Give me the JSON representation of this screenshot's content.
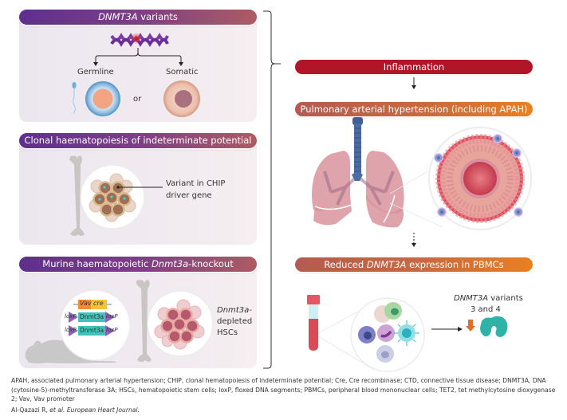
{
  "panels": {
    "variants": {
      "title_italic": "DNMT3A",
      "title_rest": " variants",
      "germline": "Germline",
      "or": "or",
      "somatic": "Somatic"
    },
    "chip": {
      "title": "Clonal haematopoiesis of indeterminate potential",
      "annotation_line1": "Variant in CHIP",
      "annotation_line2": "driver gene"
    },
    "murine": {
      "title_pre": "Murine haematopoietic ",
      "title_italic": "Dnmt3a",
      "title_post": "-knockout",
      "construct": {
        "vav": "Vav",
        "cre": "cre",
        "loxp": "loxP",
        "gene": "Dnmt3a"
      },
      "hsc_line1_italic": "Dnmt3a",
      "hsc_line1_rest": "-",
      "hsc_line2": "depleted",
      "hsc_line3": "HSCs"
    }
  },
  "flow": {
    "inflammation": "Inflammation",
    "pah": "Pulmonary arterial hypertension (including APAH)",
    "reduced_pre": "Reduced ",
    "reduced_italic": "DNMT3A",
    "reduced_post": " expression in PBMCs",
    "variants_italic": "DNMT3A",
    "variants_rest": " variants",
    "variants_line2": "3 and 4"
  },
  "colors": {
    "panel_header_start": "#5e2f8f",
    "panel_header_end": "#ad5b63",
    "inflammation": "#b01627",
    "pah_start": "#b45a52",
    "pah_end": "#ea7f22",
    "down_arrow": "#e07028",
    "protein": "#2fb3a6"
  },
  "footnote": "APAH, associated pulmonary arterial hypertension; CHIP, clonal hematopoiesis of indeterminate potential; Cre, Cre recombinase; CTD, connective tissue disease; DNMT3A, DNA (cytosine-5)-methyltransferase 3A; HSCs, hematopoietic stem cells; loxP, floxed DNA segments; PBMCs, peripheral blood mononuclear cells; TET2, tet methylcytosine dioxygenase 2; Vav, Vav promoter",
  "citation": {
    "authors": "Al-Qazazi R, ",
    "etal": "et al. European Heart Journal."
  }
}
